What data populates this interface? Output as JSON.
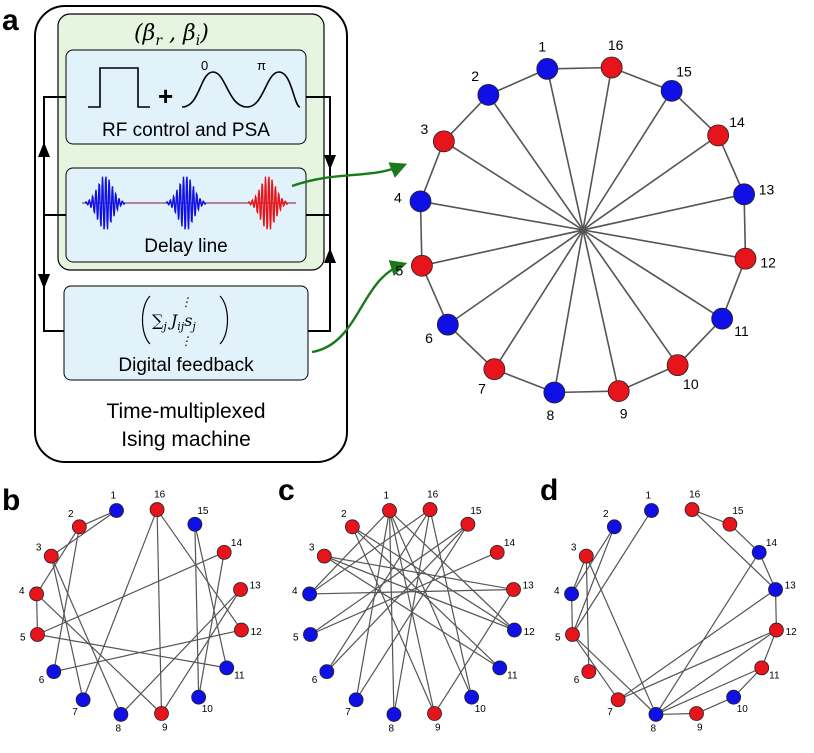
{
  "panel_letters": {
    "a": "a",
    "b": "b",
    "c": "c",
    "d": "d"
  },
  "colors": {
    "up": "#e8141b",
    "down": "#1010e6",
    "edge": "#555555",
    "arrow": "#1a7a1a",
    "box_outer": "#e6f5e0",
    "box_inner": "#e2f2fa"
  },
  "schematic": {
    "beta_label": "(β",
    "beta_r_sub": "r",
    "beta_sep": " , β",
    "beta_i_sub": "i",
    "beta_close": ")",
    "rf_box_label": "RF control and PSA",
    "plus_sign": "+",
    "phase_zero": "0",
    "phase_pi": "π",
    "delay_line_label": "Delay line",
    "feedback_label": "Digital feedback",
    "feedback_formula": {
      "sum": "∑",
      "sum_sub": "j",
      "J": "J",
      "J_sub": "ij",
      "s": "s",
      "s_sub": "j",
      "dots": "⋮"
    },
    "machine_label_line1": "Time-multiplexed",
    "machine_label_line2": "Ising machine"
  },
  "graph_main": {
    "nodes": [
      {
        "id": "1",
        "spin": "down"
      },
      {
        "id": "2",
        "spin": "down"
      },
      {
        "id": "3",
        "spin": "up"
      },
      {
        "id": "4",
        "spin": "down"
      },
      {
        "id": "5",
        "spin": "up"
      },
      {
        "id": "6",
        "spin": "down"
      },
      {
        "id": "7",
        "spin": "up"
      },
      {
        "id": "8",
        "spin": "down"
      },
      {
        "id": "9",
        "spin": "up"
      },
      {
        "id": "10",
        "spin": "up"
      },
      {
        "id": "11",
        "spin": "down"
      },
      {
        "id": "12",
        "spin": "up"
      },
      {
        "id": "13",
        "spin": "down"
      },
      {
        "id": "14",
        "spin": "up"
      },
      {
        "id": "15",
        "spin": "down"
      },
      {
        "id": "16",
        "spin": "up"
      }
    ],
    "ring": true,
    "diameters": true
  },
  "graph_b": {
    "nodes": [
      {
        "id": "1",
        "spin": "down"
      },
      {
        "id": "2",
        "spin": "up"
      },
      {
        "id": "3",
        "spin": "up"
      },
      {
        "id": "4",
        "spin": "up"
      },
      {
        "id": "5",
        "spin": "up"
      },
      {
        "id": "6",
        "spin": "down"
      },
      {
        "id": "7",
        "spin": "down"
      },
      {
        "id": "8",
        "spin": "down"
      },
      {
        "id": "9",
        "spin": "up"
      },
      {
        "id": "10",
        "spin": "down"
      },
      {
        "id": "11",
        "spin": "down"
      },
      {
        "id": "12",
        "spin": "up"
      },
      {
        "id": "13",
        "spin": "up"
      },
      {
        "id": "14",
        "spin": "up"
      },
      {
        "id": "15",
        "spin": "down"
      },
      {
        "id": "16",
        "spin": "up"
      }
    ],
    "edges": [
      [
        "1",
        "2"
      ],
      [
        "1",
        "3"
      ],
      [
        "2",
        "4"
      ],
      [
        "2",
        "6"
      ],
      [
        "3",
        "7"
      ],
      [
        "3",
        "8"
      ],
      [
        "4",
        "9"
      ],
      [
        "5",
        "11"
      ],
      [
        "5",
        "14"
      ],
      [
        "6",
        "12"
      ],
      [
        "7",
        "16"
      ],
      [
        "8",
        "13"
      ],
      [
        "9",
        "16"
      ],
      [
        "10",
        "15"
      ],
      [
        "11",
        "15"
      ],
      [
        "12",
        "16"
      ],
      [
        "13",
        "9"
      ],
      [
        "14",
        "10"
      ],
      [
        "4",
        "5"
      ]
    ]
  },
  "graph_c": {
    "nodes": [
      {
        "id": "1",
        "spin": "up"
      },
      {
        "id": "2",
        "spin": "up"
      },
      {
        "id": "3",
        "spin": "up"
      },
      {
        "id": "4",
        "spin": "down"
      },
      {
        "id": "5",
        "spin": "down"
      },
      {
        "id": "6",
        "spin": "down"
      },
      {
        "id": "7",
        "spin": "down"
      },
      {
        "id": "8",
        "spin": "down"
      },
      {
        "id": "9",
        "spin": "up"
      },
      {
        "id": "10",
        "spin": "down"
      },
      {
        "id": "11",
        "spin": "down"
      },
      {
        "id": "12",
        "spin": "down"
      },
      {
        "id": "13",
        "spin": "up"
      },
      {
        "id": "14",
        "spin": "up"
      },
      {
        "id": "15",
        "spin": "up"
      },
      {
        "id": "16",
        "spin": "up"
      }
    ],
    "edges": [
      [
        "1",
        "7"
      ],
      [
        "1",
        "8"
      ],
      [
        "1",
        "9"
      ],
      [
        "1",
        "10"
      ],
      [
        "1",
        "12"
      ],
      [
        "2",
        "9"
      ],
      [
        "2",
        "11"
      ],
      [
        "2",
        "12"
      ],
      [
        "3",
        "12"
      ],
      [
        "3",
        "13"
      ],
      [
        "4",
        "13"
      ],
      [
        "4",
        "16"
      ],
      [
        "5",
        "14"
      ],
      [
        "5",
        "15"
      ],
      [
        "6",
        "15"
      ],
      [
        "6",
        "16"
      ],
      [
        "7",
        "15"
      ],
      [
        "8",
        "16"
      ],
      [
        "9",
        "13"
      ],
      [
        "10",
        "16"
      ],
      [
        "11",
        "3"
      ],
      [
        "4",
        "1"
      ]
    ]
  },
  "graph_d": {
    "nodes": [
      {
        "id": "1",
        "spin": "down"
      },
      {
        "id": "2",
        "spin": "down"
      },
      {
        "id": "3",
        "spin": "up"
      },
      {
        "id": "4",
        "spin": "down"
      },
      {
        "id": "5",
        "spin": "up"
      },
      {
        "id": "6",
        "spin": "up"
      },
      {
        "id": "7",
        "spin": "up"
      },
      {
        "id": "8",
        "spin": "down"
      },
      {
        "id": "9",
        "spin": "up"
      },
      {
        "id": "10",
        "spin": "down"
      },
      {
        "id": "11",
        "spin": "up"
      },
      {
        "id": "12",
        "spin": "up"
      },
      {
        "id": "13",
        "spin": "down"
      },
      {
        "id": "14",
        "spin": "down"
      },
      {
        "id": "15",
        "spin": "up"
      },
      {
        "id": "16",
        "spin": "up"
      }
    ],
    "edges": [
      [
        "1",
        "5"
      ],
      [
        "2",
        "4"
      ],
      [
        "2",
        "5"
      ],
      [
        "3",
        "4"
      ],
      [
        "3",
        "8"
      ],
      [
        "4",
        "5"
      ],
      [
        "5",
        "7"
      ],
      [
        "6",
        "3"
      ],
      [
        "7",
        "12"
      ],
      [
        "7",
        "13"
      ],
      [
        "8",
        "9"
      ],
      [
        "8",
        "11"
      ],
      [
        "8",
        "12"
      ],
      [
        "8",
        "14"
      ],
      [
        "9",
        "10"
      ],
      [
        "10",
        "11"
      ],
      [
        "11",
        "12"
      ],
      [
        "12",
        "13"
      ],
      [
        "13",
        "14"
      ],
      [
        "14",
        "15"
      ],
      [
        "15",
        "16"
      ],
      [
        "16",
        "13"
      ],
      [
        "5",
        "8"
      ]
    ]
  }
}
